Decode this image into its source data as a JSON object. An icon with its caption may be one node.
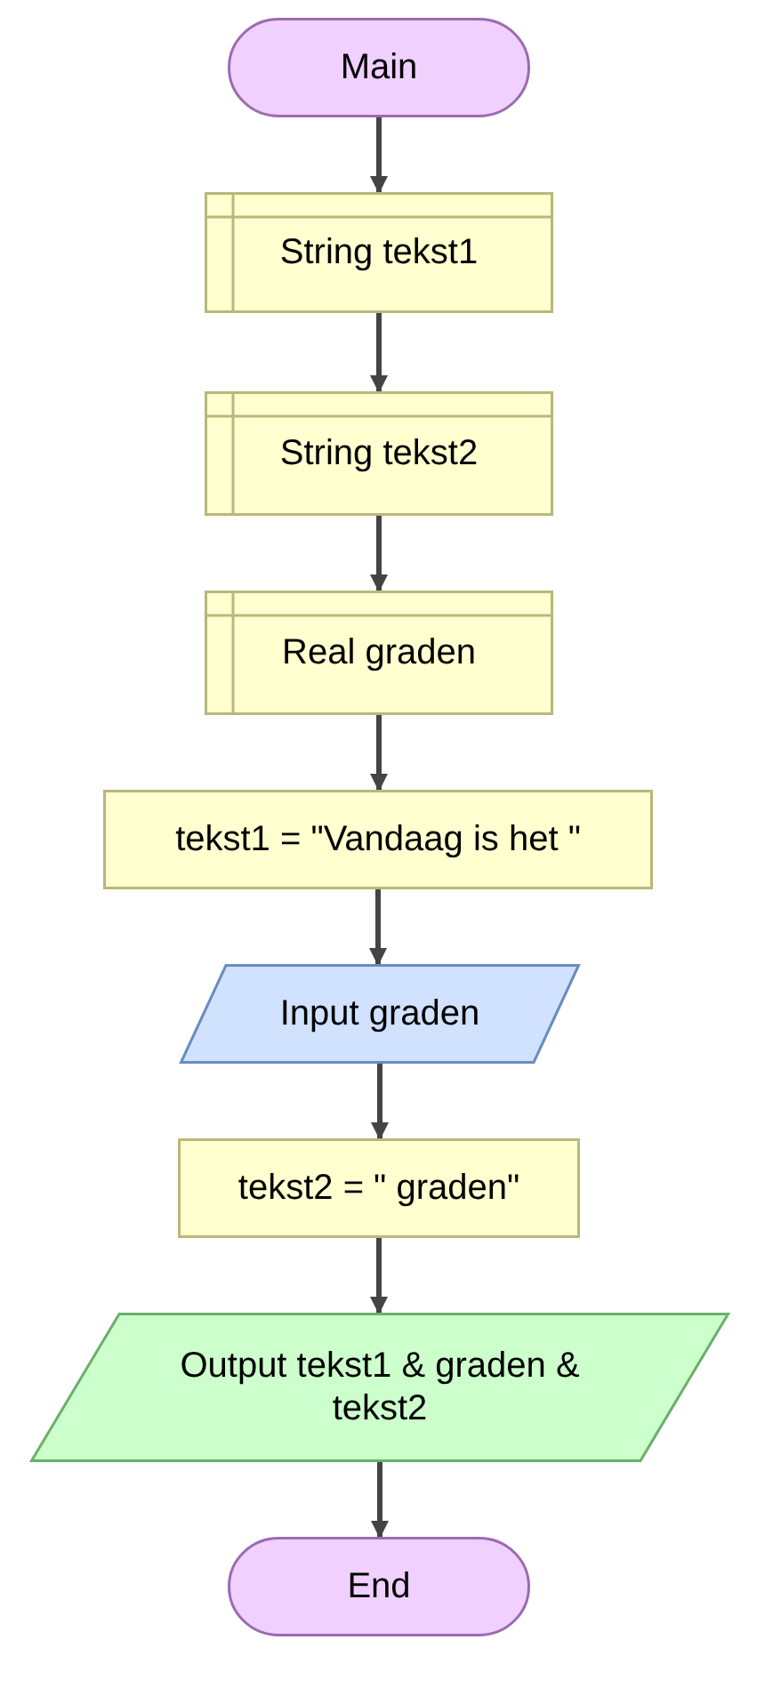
{
  "diagram": {
    "nodes": [
      {
        "text": [
          "Main"
        ]
      },
      {
        "text": [
          "String tekst1"
        ]
      },
      {
        "text": [
          "String tekst2"
        ]
      },
      {
        "text": [
          "Real graden"
        ]
      },
      {
        "text": [
          "tekst1 = \"Vandaag is het \""
        ]
      },
      {
        "text": [
          "Input graden"
        ]
      },
      {
        "text": [
          "tekst2 = \" graden\""
        ]
      },
      {
        "text": [
          "Output tekst1 & graden & tekst2"
        ]
      },
      {
        "text": [
          "End"
        ]
      }
    ],
    "edges": [
      {
        "from": 0,
        "to": 1,
        "arrow": "to"
      },
      {
        "from": 1,
        "to": 2,
        "arrow": "to"
      },
      {
        "from": 2,
        "to": 3,
        "arrow": "to"
      },
      {
        "from": 3,
        "to": 4,
        "arrow": "to"
      },
      {
        "from": 4,
        "to": 5,
        "arrow": "to"
      },
      {
        "from": 5,
        "to": 6,
        "arrow": "to"
      },
      {
        "from": 6,
        "to": 7,
        "arrow": "to"
      },
      {
        "from": 7,
        "to": 8,
        "arrow": "to"
      }
    ]
  }
}
